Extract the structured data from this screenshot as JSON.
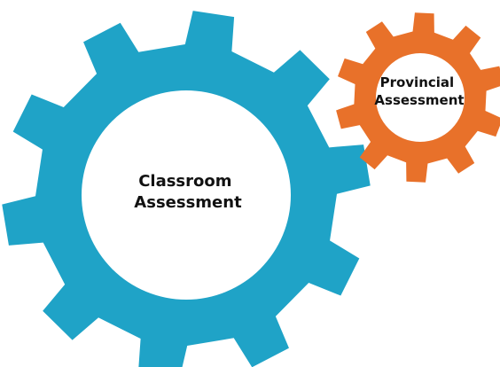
{
  "gears": [
    {
      "id": "classroom",
      "label_lines": [
        "Classroom",
        "Assessment"
      ],
      "color": "#1fa3c7",
      "teeth": 10
    },
    {
      "id": "provincial",
      "label_lines": [
        "Provincial",
        "Assessment"
      ],
      "color": "#e8712a",
      "teeth": 10
    }
  ]
}
